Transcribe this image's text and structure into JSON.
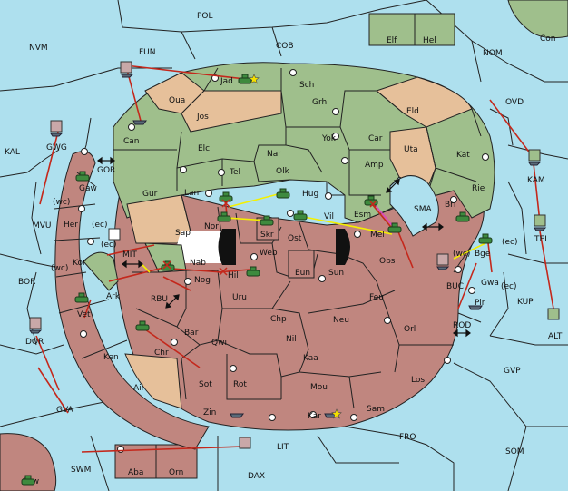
{
  "map": {
    "provinces": {
      "POL": "POL",
      "NVM": "NVM",
      "FUN": "FUN",
      "COB": "COB",
      "Elf": "Elf",
      "Hel": "Hel",
      "Con": "Con",
      "NOM": "NOM",
      "OVD": "OVD",
      "KAL": "KAL",
      "GWG": "GWG",
      "Jad": "Jad",
      "Sch": "Sch",
      "Qua": "Qua",
      "Jos": "Jos",
      "Grh": "Grh",
      "Eld": "Eld",
      "Can": "Can",
      "Yok": "Yok",
      "Car": "Car",
      "Uta": "Uta",
      "Kat": "Kat",
      "Elc": "Elc",
      "Nar": "Nar",
      "Tel": "Tel",
      "Olk": "Olk",
      "Amp": "Amp",
      "KAM": "KAM",
      "GOR": "GOR",
      "Gaw": "Gaw",
      "Gur": "Gur",
      "Lan": "Lan",
      "Hug": "Hug",
      "Rie": "Rie",
      "Bri": "Bri",
      "MVU": "MVU",
      "Her": "Her",
      "wc1": "(wc)",
      "ec1": "(ec)",
      "Sap": "Sap",
      "Nor": "Nor",
      "Skr": "Skr",
      "Ost": "Ost",
      "Vil": "Vil",
      "Esm": "Esm",
      "SMA": "SMA",
      "Mel": "Mel",
      "TEI": "TEI",
      "ec2": "(ec)",
      "MIT": "MIT",
      "Kor": "Kor",
      "wc2": "(wc)",
      "Web": "Web",
      "Nab": "Nab",
      "Obs": "Obs",
      "wc3": "(wc)",
      "Bge": "Bge",
      "ec3": "(ec)",
      "BOR": "BOR",
      "Hil": "Hil",
      "Eun": "Eun",
      "Sun": "Sun",
      "BUC": "BUC",
      "Gwa": "Gwa",
      "ec4": "(ec)",
      "KUP": "KUP",
      "Ark": "Ark",
      "RBU": "RBU",
      "Nog": "Nog",
      "Uru": "Uru",
      "Feu": "Feu",
      "Pir": "Pir",
      "Vet": "Vet",
      "Chp": "Chp",
      "Neu": "Neu",
      "Orl": "Orl",
      "ROD": "ROD",
      "ALT": "ALT",
      "DOR": "DOR",
      "Bar": "Bar",
      "Qwi": "Qwi",
      "Nil": "Nil",
      "Ken": "Ken",
      "Chr": "Chr",
      "Kaa": "Kaa",
      "Los": "Los",
      "GVP": "GVP",
      "Ail": "Ail",
      "Sot": "Sot",
      "Rot": "Rot",
      "Mou": "Mou",
      "GVA": "GVA",
      "Zin": "Zin",
      "Kar": "Kar",
      "Sam": "Sam",
      "FRO": "FRO",
      "SOM": "SOM",
      "LIT": "LIT",
      "SWM": "SWM",
      "Aba": "Aba",
      "Orn": "Orn",
      "DAX": "DAX",
      "Cow": "Cow"
    },
    "colors": {
      "sea": "#aee0ee",
      "green_power": "#9fbf8c",
      "red_power": "#c0867f",
      "neutral": "#e6c09a",
      "move_order": "#c4281c",
      "support_order": "#f4f000",
      "convoy_order": "#e040c0"
    },
    "icons": {
      "army": "army-icon",
      "fleet": "fleet-icon",
      "supply_center": "supply-center-icon",
      "star": "star-icon",
      "double_arrow": "double-arrow-icon"
    }
  }
}
